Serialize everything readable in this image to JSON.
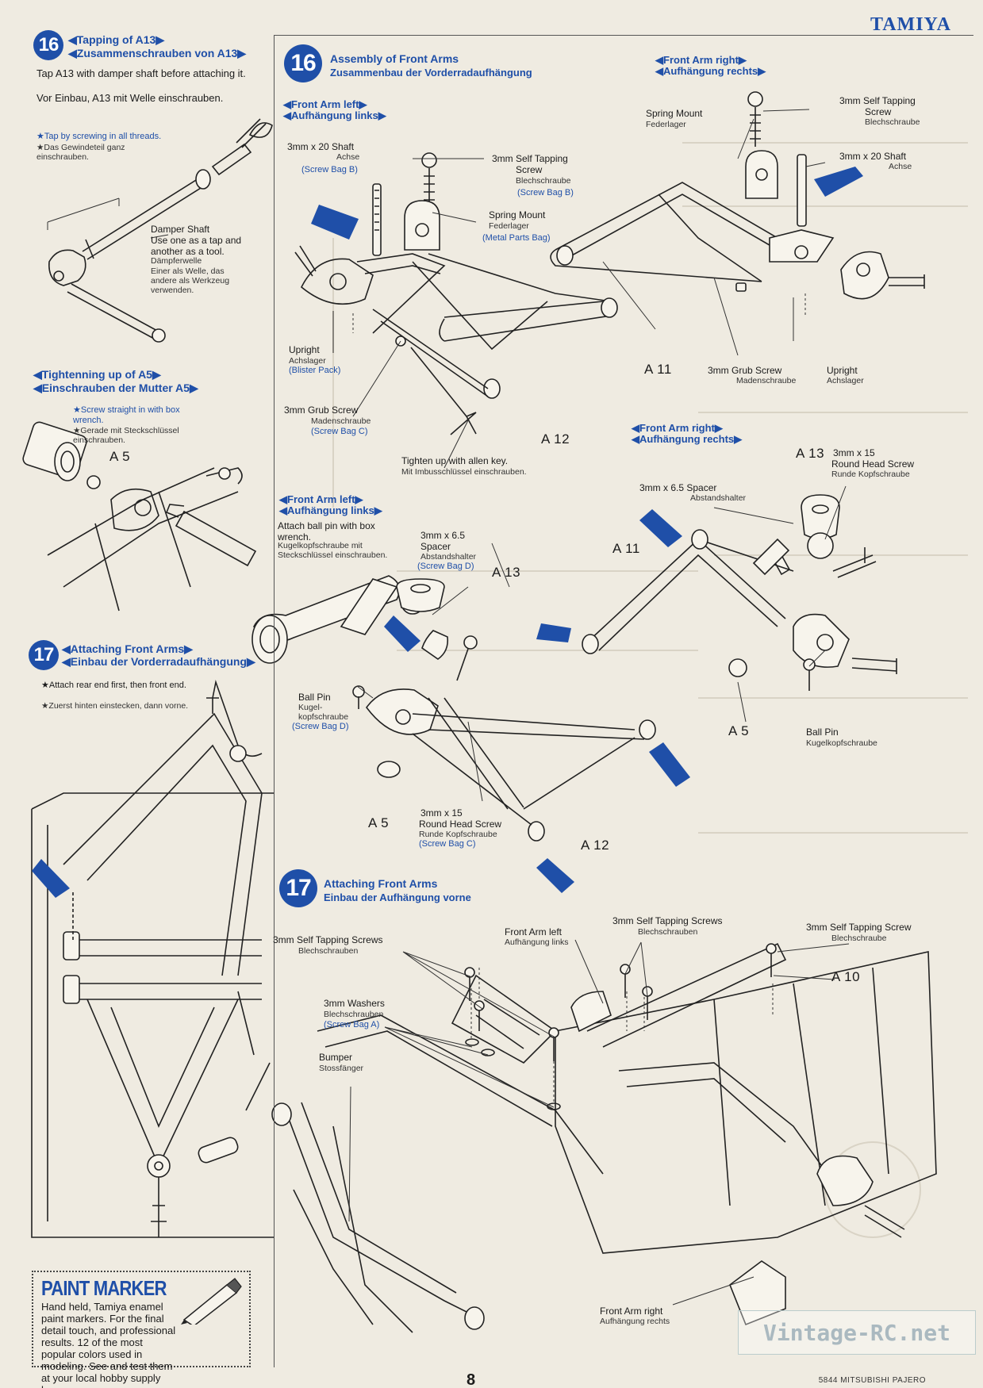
{
  "brand": "TAMIYA",
  "footer": {
    "page_number": "8",
    "code": "5844   MITSUBISHI PAJERO"
  },
  "watermark": "Vintage-RC.net",
  "left": {
    "s16": {
      "badge": "16",
      "title_en": "◀Tapping of A13▶",
      "title_de": "◀Zusammenschrauben von A13▶",
      "text_en": "Tap A13 with damper shaft before attaching it.",
      "text_de": "Vor Einbau, A13 mit Welle einschrauben.",
      "note_en": "★Tap by screwing in all threads.",
      "note_de": "★Das Gewindeteil ganz einschrauben.",
      "damper_en": "Damper Shaft",
      "damper_en2": "Use one as a tap and another as a tool.",
      "damper_de": "Dämpferwelle",
      "damper_de2": "Einer als Welle, das andere als Werkzeug verwenden."
    },
    "a5": {
      "title_en": "◀Tightenning up of A5▶",
      "title_de": "◀Einschrauben der Mutter A5▶",
      "note_en": "★Screw straight in with box wrench.",
      "note_de": "★Gerade mit Steckschlüssel einschrauben.",
      "part": "A 5"
    },
    "s17": {
      "badge": "17",
      "title_en": "◀Attaching Front Arms▶",
      "title_de": "◀Einbau der Vorderradaufhängung▶",
      "note_en": "★Attach rear end first, then front end.",
      "note_de": "★Zuerst hinten einstecken, dann vorne."
    }
  },
  "paint_marker": {
    "title": "PAINT MARKER",
    "text": "Hand held, Tamiya enamel paint markers. For the final detail touch, and professional results. 12 of the most popular colors used in modeling. See and test them at your local hobby supply house."
  },
  "step16": {
    "badge": "16",
    "title_en": "Assembly of Front Arms",
    "title_de": "Zusammenbau der Vorderradaufhängung",
    "left_en": "◀Front Arm left▶",
    "left_de": "◀Aufhängung links▶",
    "right_en": "◀Front Arm right▶",
    "right_de": "◀Aufhängung rechts▶",
    "shaft_en": "3mm x 20 Shaft",
    "shaft_de": "Achse",
    "shaft_bag": "(Screw Bag B)",
    "tap_en": "3mm Self Tapping",
    "tap_en2": "Screw",
    "tap_de": "Blechschraube",
    "tap_bag": "(Screw Bag B)",
    "spring_en": "Spring Mount",
    "spring_de": "Federlager",
    "spring_bag": "(Metal Parts Bag)",
    "upright_en": "Upright",
    "upright_de": "Achslager",
    "upright_bag": "(Blister Pack)",
    "grub_en": "3mm Grub Screw",
    "grub_de": "Madenschraube",
    "grub_bag": "(Screw Bag C)",
    "allen_en": "Tighten up with allen key.",
    "allen_de": "Mit Imbusschlüssel einschrauben.",
    "a12": "A 12",
    "a11": "A 11",
    "r_spring_en": "Spring Mount",
    "r_spring_de": "Federlager",
    "r_tap_en": "3mm Self Tapping",
    "r_tap_en2": "Screw",
    "r_tap_de": "Blechschraube",
    "r_shaft_en": "3mm x 20 Shaft",
    "r_shaft_de": "Achse",
    "r_grub_en": "3mm Grub Screw",
    "r_grub_de": "Madenschraube",
    "r_upright_en": "Upright",
    "r_upright_de": "Achslager",
    "ball_left_en": "◀Front Arm left▶",
    "ball_left_de": "◀Aufhängung links▶",
    "ball_note_en": "Attach ball pin with box wrench.",
    "ball_note_de": "Kugelkopfschraube mit Steckschlüssel einschrauben.",
    "spacer_en": "3mm x 6.5",
    "spacer_en2": "Spacer",
    "spacer_de": "Abstandshalter",
    "spacer_bag": "(Screw Bag D)",
    "a13": "A 13",
    "ballpin_en": "Ball Pin",
    "ballpin_de": "Kugel-",
    "ballpin_de2": "kopfschraube",
    "ballpin_bag": "(Screw Bag D)",
    "a5": "A 5",
    "round_en": "3mm x 15",
    "round_en2": "Round Head Screw",
    "round_de": "Runde Kopfschraube",
    "round_bag": "(Screw Bag C)",
    "a12b": "A 12",
    "r2_en": "◀Front Arm right▶",
    "r2_de": "◀Aufhängung rechts▶",
    "r2_spacer_en": "3mm x 6.5 Spacer",
    "r2_spacer_de": "Abstandshalter",
    "r2_a13": "A 13",
    "r2_round_en": "3mm x 15",
    "r2_round_en2": "Round Head Screw",
    "r2_round_de": "Runde Kopfschraube",
    "r2_a11": "A 11",
    "r2_a5": "A 5",
    "r2_ball_en": "Ball Pin",
    "r2_ball_de": "Kugelkopfschraube"
  },
  "step17": {
    "badge": "17",
    "title_en": "Attaching Front Arms",
    "title_de": "Einbau der Aufhängung vorne",
    "tap_l_en": "3mm Self Tapping Screws",
    "tap_l_de": "Blechschrauben",
    "arm_left_en": "Front Arm left",
    "arm_left_de": "Aufhängung links",
    "tap_m_en": "3mm Self Tapping Screws",
    "tap_m_de": "Blechschrauben",
    "tap_r_en": "3mm Self Tapping Screw",
    "tap_r_de": "Blechschraube",
    "a10": "A 10",
    "washer_en": "3mm Washers",
    "washer_de": "Blechschrauben",
    "washer_bag": "(Screw Bag A)",
    "bumper_en": "Bumper",
    "bumper_de": "Stossfänger",
    "arm_right_en": "Front Arm right",
    "arm_right_de": "Aufhängung rechts"
  }
}
